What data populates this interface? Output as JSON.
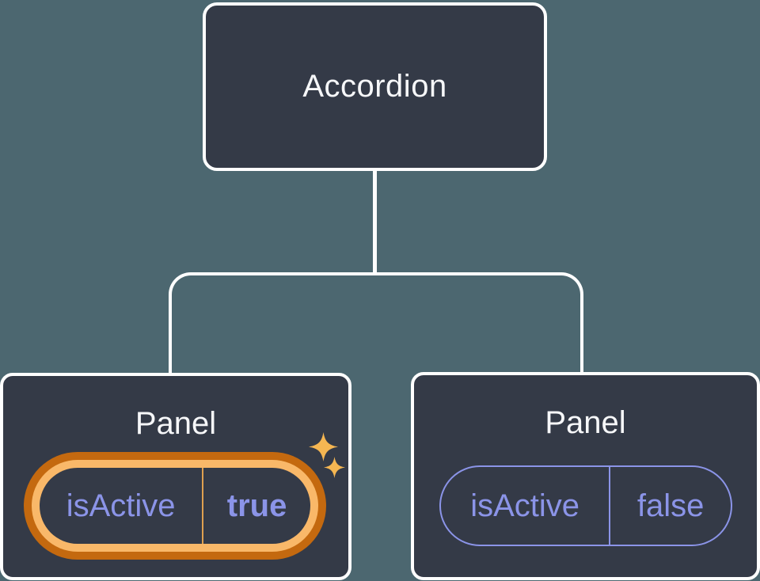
{
  "colors": {
    "bg": "#4C6770",
    "node_fill": "#343A47",
    "node_border": "#FFFFFF",
    "text": "#F6F7F9",
    "purple": "#8B94E8",
    "hl_outer": "#C4690F",
    "hl_inner": "#F9B869",
    "hl_divider": "#DFA04F",
    "sparkle": "#F5B652",
    "line": "#FFFFFF"
  },
  "diagram": {
    "root": {
      "label": "Accordion"
    },
    "children": [
      {
        "label": "Panel",
        "prop_name": "isActive",
        "prop_value": "true",
        "highlighted": true,
        "icon": "sparkle-4-point"
      },
      {
        "label": "Panel",
        "prop_name": "isActive",
        "prop_value": "false",
        "highlighted": false
      }
    ]
  }
}
